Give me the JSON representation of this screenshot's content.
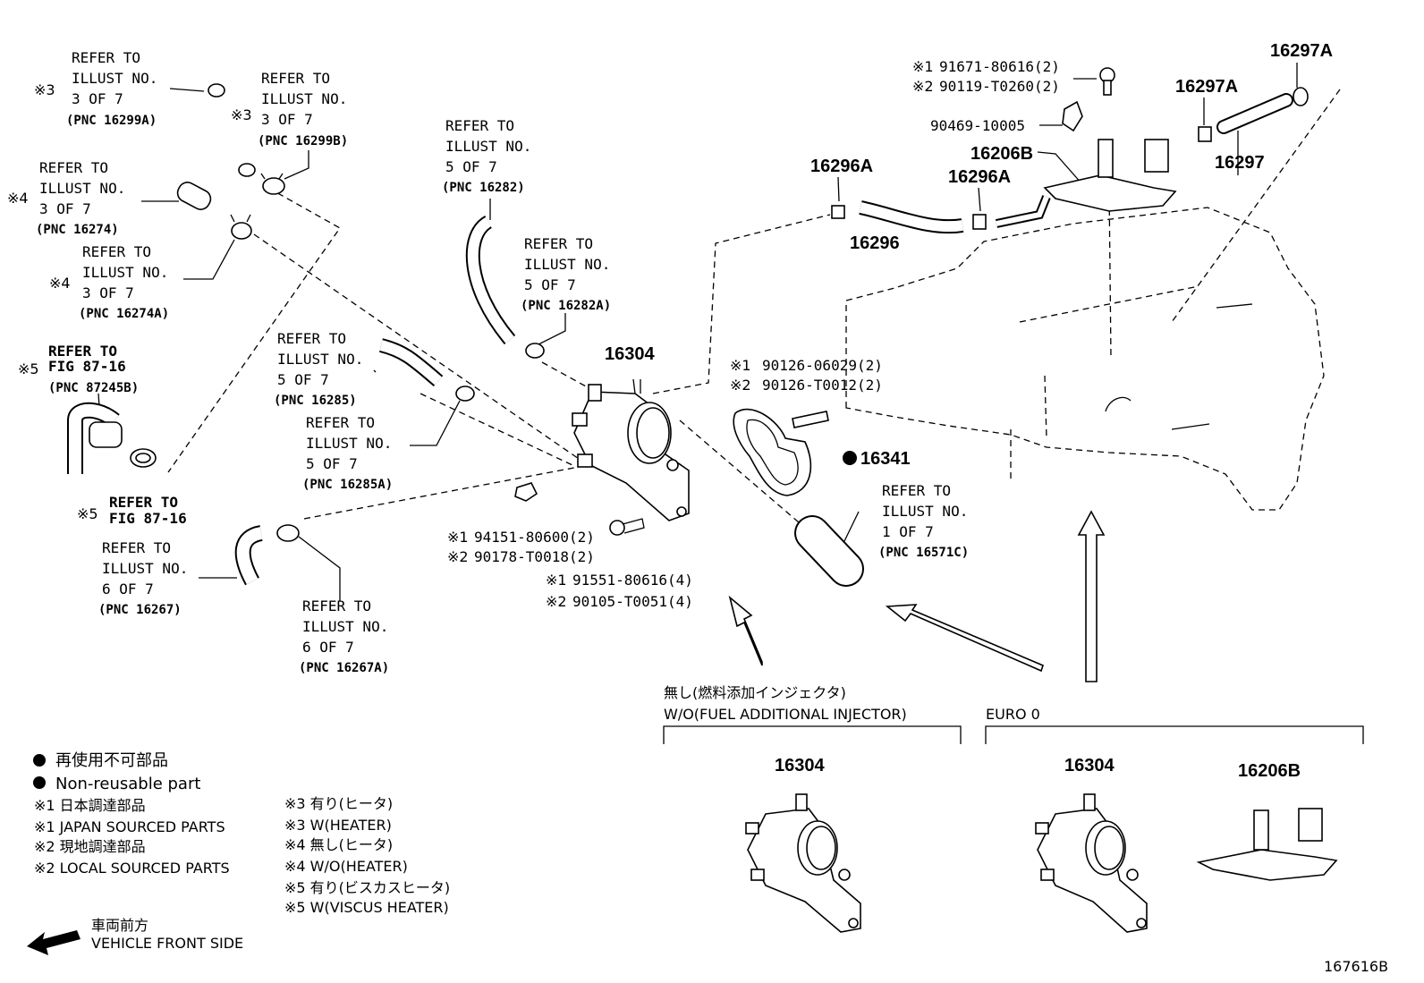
{
  "refs": {
    "r1": {
      "mark": "※3",
      "l1": "REFER TO",
      "l2": "ILLUST NO.",
      "l3": "3 OF 7",
      "pnc": "(PNC 16299A)"
    },
    "r2": {
      "mark": "※3",
      "l1": "REFER TO",
      "l2": "ILLUST NO.",
      "l3": "3 OF 7",
      "pnc": "(PNC 16299B)"
    },
    "r3": {
      "mark": "※4",
      "l1": "REFER TO",
      "l2": "ILLUST NO.",
      "l3": "3 OF 7",
      "pnc": "(PNC 16274)"
    },
    "r4": {
      "mark": "※4",
      "l1": "REFER TO",
      "l2": "ILLUST NO.",
      "l3": "3 OF 7",
      "pnc": "(PNC 16274A)"
    },
    "r5": {
      "mark": "※5",
      "l1": "REFER TO",
      "l2": "FIG 87-16",
      "pnc": "(PNC 87245B)"
    },
    "r6": {
      "mark": "※5",
      "l1": "REFER TO",
      "l2": "FIG 87-16"
    },
    "r7": {
      "l1": "REFER TO",
      "l2": "ILLUST NO.",
      "l3": "6 OF 7",
      "pnc": "(PNC 16267)"
    },
    "r8": {
      "l1": "REFER TO",
      "l2": "ILLUST NO.",
      "l3": "6 OF 7",
      "pnc": "(PNC 16267A)"
    },
    "r9": {
      "l1": "REFER TO",
      "l2": "ILLUST NO.",
      "l3": "5 OF 7",
      "pnc": "(PNC 16285)"
    },
    "r10": {
      "l1": "REFER TO",
      "l2": "ILLUST NO.",
      "l3": "5 OF 7",
      "pnc": "(PNC 16285A)"
    },
    "r11": {
      "l1": "REFER TO",
      "l2": "ILLUST NO.",
      "l3": "5 OF 7",
      "pnc": "(PNC 16282)"
    },
    "r12": {
      "l1": "REFER TO",
      "l2": "ILLUST NO.",
      "l3": "5 OF 7",
      "pnc": "(PNC 16282A)"
    },
    "r13": {
      "l1": "REFER TO",
      "l2": "ILLUST NO.",
      "l3": "1 OF 7",
      "pnc": "(PNC 16571C)"
    }
  },
  "parts": {
    "p16304": "16304",
    "p16341": "16341",
    "p16296": "16296",
    "p16296A_1": "16296A",
    "p16296A_2": "16296A",
    "p16206B": "16206B",
    "p16297": "16297",
    "p16297A_1": "16297A",
    "p16297A_2": "16297A",
    "p90469": "90469-10005",
    "bolt_top": {
      "m1": "※1",
      "v1": "91671-80616(2)",
      "m2": "※2",
      "v2": "90119-T0260(2)"
    },
    "stud": {
      "m1": "※1",
      "v1": "90126-06029(2)",
      "m2": "※2",
      "v2": "90126-T0012(2)"
    },
    "nut": {
      "m1": "※1",
      "v1": "94151-80600(2)",
      "m2": "※2",
      "v2": "90178-T0018(2)"
    },
    "bolt": {
      "m1": "※1",
      "v1": "91551-80616(4)",
      "m2": "※2",
      "v2": "90105-T0051(4)"
    }
  },
  "variants": {
    "wo_jp": "無し(燃料添加インジェクタ)",
    "wo_en": "W/O(FUEL ADDITIONAL INJECTOR)",
    "euro": "EURO 0",
    "v1_part": "16304",
    "v2_part": "16304",
    "v3_part": "16206B"
  },
  "legend": {
    "nonreuse_jp": "再使用不可部品",
    "nonreuse_en": "Non-reusable part",
    "n1_jp": "※1 日本調達部品",
    "n1_en": "※1 JAPAN SOURCED PARTS",
    "n2_jp": "※2 現地調達部品",
    "n2_en": "※2 LOCAL SOURCED PARTS",
    "n3_jp": "※3 有り(ヒータ)",
    "n3_en": "※3 W(HEATER)",
    "n4_jp": "※4 無し(ヒータ)",
    "n4_en": "※4 W/O(HEATER)",
    "n5_jp": "※5 有り(ビスカスヒータ)",
    "n5_en": "※5 W(VISCUS HEATER)",
    "front_jp": "車両前方",
    "front_en": "VEHICLE FRONT SIDE"
  },
  "figure_id": "167616B"
}
